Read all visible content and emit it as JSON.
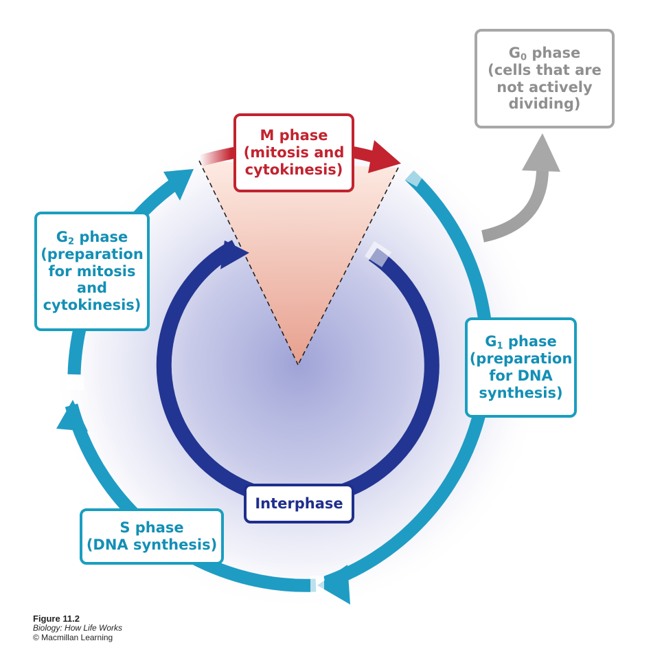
{
  "colors": {
    "interphase_arrow": "#1f9cc4",
    "interphase_core": "#233592",
    "m_phase": "#c2232f",
    "g0": "#9e9e9e",
    "background_glow": "#9a9ed4",
    "m_wedge": "#f1a992"
  },
  "labels": {
    "m_phase": {
      "title": "M phase",
      "line1": "(mitosis and",
      "line2": "cytokinesis)"
    },
    "g0_phase": {
      "title_main": "G",
      "title_sub": "0",
      "title_rest": " phase",
      "line1": "(cells that are",
      "line2": "not actively",
      "line3": "dividing)"
    },
    "g2_phase": {
      "title_main": "G",
      "title_sub": "2",
      "title_rest": " phase",
      "line1": "(preparation",
      "line2": "for mitosis",
      "line3": "and",
      "line4": "cytokinesis)"
    },
    "g1_phase": {
      "title_main": "G",
      "title_sub": "1",
      "title_rest": " phase",
      "line1": "(preparation",
      "line2": "for DNA",
      "line3": "synthesis)"
    },
    "s_phase": {
      "title": "S phase",
      "line1": "(DNA synthesis)"
    },
    "interphase": {
      "title": "Interphase"
    }
  },
  "credit": {
    "figure": "Figure 11.2",
    "book": "Biology: How Life Works",
    "copyright": "© Macmillan Learning"
  }
}
